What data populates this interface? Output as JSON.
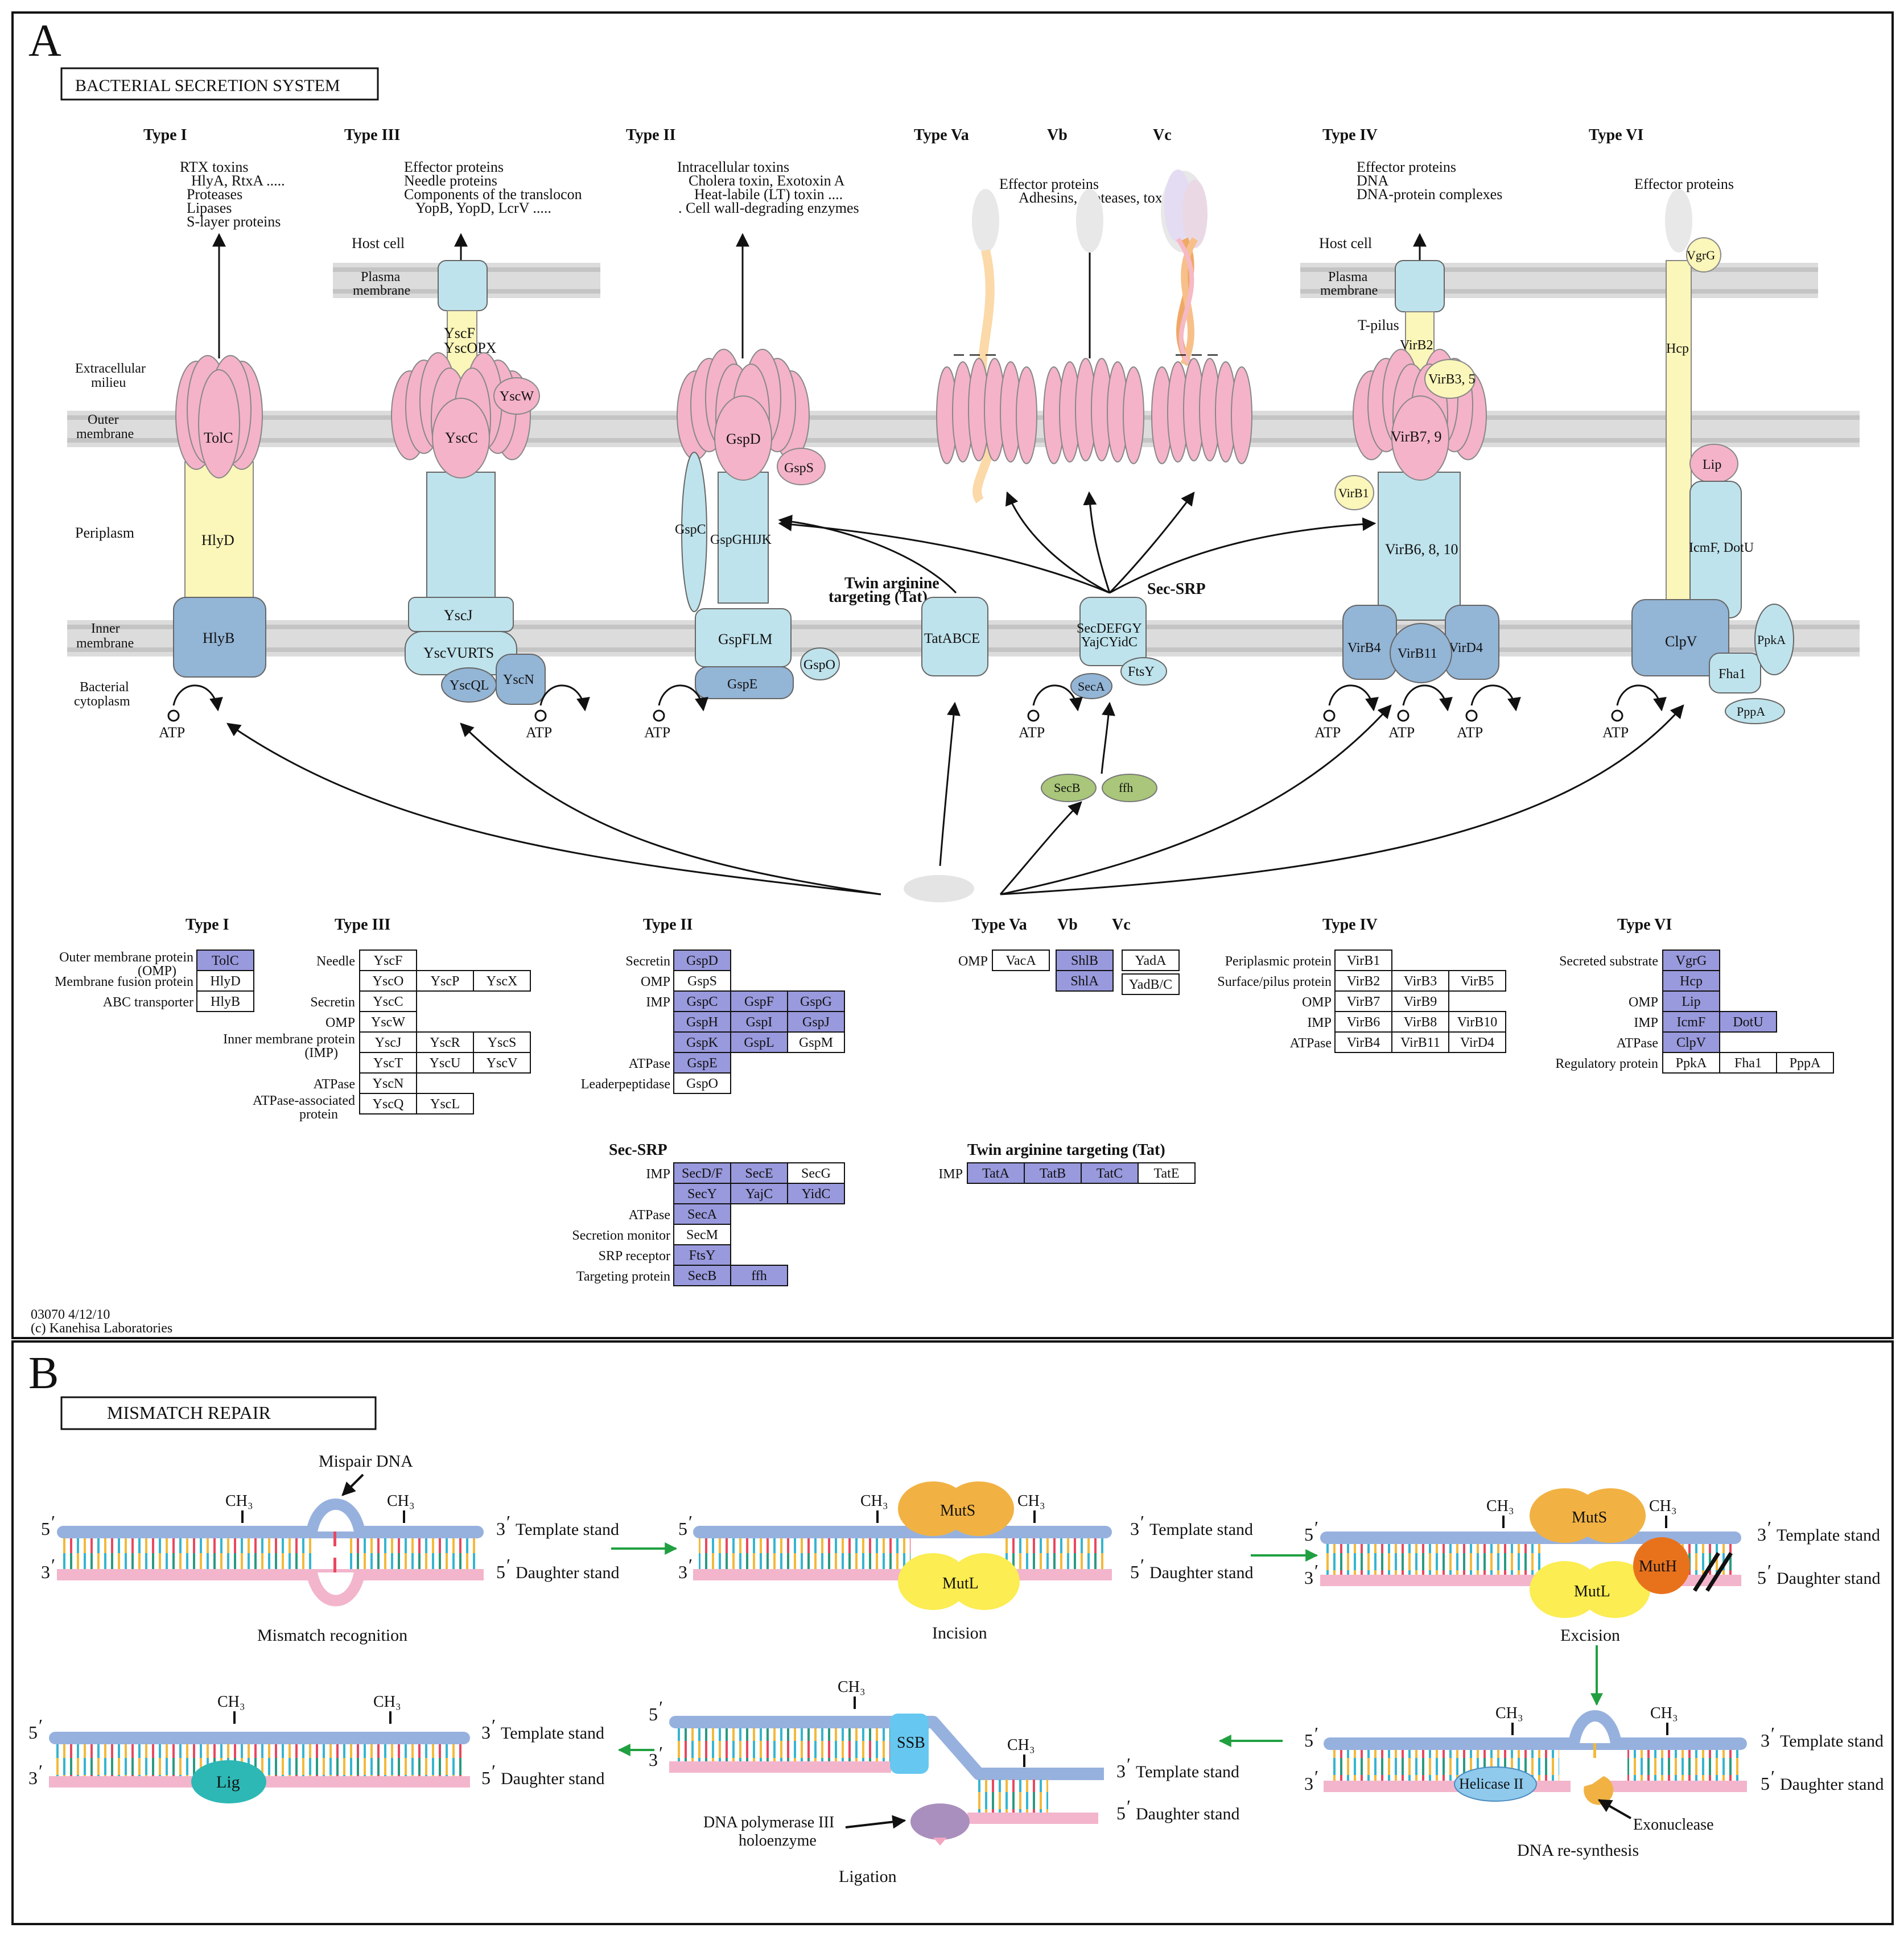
{
  "panelA": {
    "letter": "A",
    "title": "BACTERIAL SECRETION SYSTEM",
    "footer_id": "03070 4/12/10",
    "footer_copy": "(c) Kanehisa Laboratories",
    "layers": {
      "host_cell": "Host cell",
      "plasma": [
        "Plasma",
        "membrane"
      ],
      "extracellular": [
        "Extracellular",
        "milieu"
      ],
      "outer": [
        "Outer",
        "membrane"
      ],
      "periplasm": "Periplasm",
      "inner": [
        "Inner",
        "membrane"
      ],
      "cytoplasm": [
        "Bacterial",
        "cytoplasm"
      ]
    },
    "atp": "ATP",
    "types": {
      "t1": "Type I",
      "t3": "Type III",
      "t2": "Type II",
      "t5a": "Type Va",
      "t5b": "Vb",
      "t5c": "Vc",
      "t4": "Type IV",
      "t6": "Type VI",
      "tat": [
        "Twin arginine",
        "targeting (Tat)"
      ],
      "secsrp": "Sec-SRP"
    },
    "substrates": {
      "t1": [
        "RTX toxins",
        "HlyA, RtxA  .....",
        "Proteases",
        "Lipases",
        "S-layer proteins"
      ],
      "t3": [
        "Effector proteins",
        "Needle proteins",
        "Components of the translocon",
        "YopB, YopD, LcrV  ....."
      ],
      "t2": [
        "Intracellular toxins",
        "Cholera toxin, Exotoxin A",
        "Heat-labile (LT) toxin  ....",
        ". Cell wall-degrading enzymes"
      ],
      "t5": [
        "Effector proteins",
        "Adhesins, proteases, toxins ....."
      ],
      "t4": [
        "Effector proteins",
        "DNA",
        "DNA-protein complexes"
      ],
      "t6": [
        "Effector proteins"
      ]
    },
    "proteins": {
      "tolc": "TolC",
      "hlyd": "HlyD",
      "hlyb": "HlyB",
      "yscf": [
        "YscF",
        "YscOPX"
      ],
      "yscw": "YscW",
      "yscc": "YscC",
      "yscj": "YscJ",
      "yscvurts": "YscVURTS",
      "yscql": "YscQL",
      "yscn": "YscN",
      "gspd": "GspD",
      "gsps": "GspS",
      "gspc": "GspC",
      "gspghijk": "GspGHIJK",
      "gspflm": "GspFLM",
      "gspo": "GspO",
      "gspe": "GspE",
      "tatabce": "TatABCE",
      "secdefgy": [
        "SecDEFGY",
        "YajCYidC"
      ],
      "ftsy": "FtsY",
      "seca": "SecA",
      "secb": "SecB",
      "ffh": "ffh",
      "virb2": "VirB2",
      "virb35": "VirB3, 5",
      "virb79": "VirB7, 9",
      "virb1": "VirB1",
      "virb6810": "VirB6, 8, 10",
      "virb4": "VirB4",
      "virb11": "VirB11",
      "virD4": "VirD4",
      "tpilus": "T-pilus",
      "vgrg": "VgrG",
      "hcp": "Hcp",
      "lip": "Lip",
      "icmf": "IcmF, DotU",
      "clpv": "ClpV",
      "fha1": "Fha1",
      "ppka": "PpkA",
      "pppa": "PppA"
    },
    "tables": {
      "t1": {
        "title": "Type I",
        "rows": [
          {
            "label": [
              "Outer membrane  protein",
              "(OMP)"
            ],
            "cells": [
              [
                "TolC",
                true
              ]
            ]
          },
          {
            "label": [
              "Membrane fusion protein"
            ],
            "cells": [
              [
                "HlyD",
                false
              ]
            ]
          },
          {
            "label": [
              "ABC transporter"
            ],
            "cells": [
              [
                "HlyB",
                false
              ]
            ]
          }
        ]
      },
      "t3": {
        "title": "Type III",
        "rows": [
          {
            "label": [
              "Needle"
            ],
            "cells": [
              [
                "YscF",
                false
              ]
            ]
          },
          {
            "label": [],
            "cells": [
              [
                "YscO",
                false
              ],
              [
                "YscP",
                false
              ],
              [
                "YscX",
                false
              ]
            ]
          },
          {
            "label": [
              "Secretin"
            ],
            "cells": [
              [
                "YscC",
                false
              ]
            ]
          },
          {
            "label": [
              "OMP"
            ],
            "cells": [
              [
                "YscW",
                false
              ]
            ]
          },
          {
            "label": [
              "Inner membrane protein",
              "(IMP)"
            ],
            "cells": [
              [
                "YscJ",
                false
              ],
              [
                "YscR",
                false
              ],
              [
                "YscS",
                false
              ]
            ]
          },
          {
            "label": [],
            "cells": [
              [
                "YscT",
                false
              ],
              [
                "YscU",
                false
              ],
              [
                "YscV",
                false
              ]
            ]
          },
          {
            "label": [
              "ATPase"
            ],
            "cells": [
              [
                "YscN",
                false
              ]
            ]
          },
          {
            "label": [
              "ATPase-associated",
              "protein"
            ],
            "cells": [
              [
                "YscQ",
                false
              ],
              [
                "YscL",
                false
              ]
            ]
          }
        ]
      },
      "t2": {
        "title": "Type II",
        "rows": [
          {
            "label": [
              "Secretin"
            ],
            "cells": [
              [
                "GspD",
                true
              ]
            ]
          },
          {
            "label": [
              "OMP"
            ],
            "cells": [
              [
                "GspS",
                false
              ]
            ]
          },
          {
            "label": [
              "IMP"
            ],
            "cells": [
              [
                "GspC",
                true
              ],
              [
                "GspF",
                true
              ],
              [
                "GspG",
                true
              ]
            ]
          },
          {
            "label": [],
            "cells": [
              [
                "GspH",
                true
              ],
              [
                "GspI",
                true
              ],
              [
                "GspJ",
                true
              ]
            ]
          },
          {
            "label": [],
            "cells": [
              [
                "GspK",
                true
              ],
              [
                "GspL",
                true
              ],
              [
                "GspM",
                false
              ]
            ]
          },
          {
            "label": [
              "ATPase"
            ],
            "cells": [
              [
                "GspE",
                true
              ]
            ]
          },
          {
            "label": [
              "Leaderpeptidase"
            ],
            "cells": [
              [
                "GspO",
                false
              ]
            ]
          }
        ]
      },
      "t5": {
        "titles": [
          "Type Va",
          "Vb",
          "Vc"
        ],
        "label": "OMP",
        "va": "VacA",
        "vb1": "ShlB",
        "vb2": "ShlA",
        "vc1": "YadA",
        "vc2": "YadB/C"
      },
      "t4": {
        "title": "Type IV",
        "rows": [
          {
            "label": [
              "Periplasmic protein"
            ],
            "cells": [
              [
                "VirB1",
                false
              ]
            ]
          },
          {
            "label": [
              "Surface/pilus protein"
            ],
            "cells": [
              [
                "VirB2",
                false
              ],
              [
                "VirB3",
                false
              ],
              [
                "VirB5",
                false
              ]
            ]
          },
          {
            "label": [
              "OMP"
            ],
            "cells": [
              [
                "VirB7",
                false
              ],
              [
                "VirB9",
                false
              ]
            ]
          },
          {
            "label": [
              "IMP"
            ],
            "cells": [
              [
                "VirB6",
                false
              ],
              [
                "VirB8",
                false
              ],
              [
                "VirB10",
                false
              ]
            ]
          },
          {
            "label": [
              "ATPase"
            ],
            "cells": [
              [
                "VirB4",
                false
              ],
              [
                "VirB11",
                false
              ],
              [
                "VirD4",
                false
              ]
            ]
          }
        ]
      },
      "t6": {
        "title": "Type VI",
        "rows": [
          {
            "label": [
              "Secreted substrate"
            ],
            "cells": [
              [
                "VgrG",
                true
              ]
            ]
          },
          {
            "label": [],
            "cells": [
              [
                "Hcp",
                true
              ]
            ]
          },
          {
            "label": [
              "OMP"
            ],
            "cells": [
              [
                "Lip",
                true
              ]
            ]
          },
          {
            "label": [
              "IMP"
            ],
            "cells": [
              [
                "IcmF",
                true
              ],
              [
                "DotU",
                true
              ]
            ]
          },
          {
            "label": [
              "ATPase"
            ],
            "cells": [
              [
                "ClpV",
                true
              ]
            ]
          },
          {
            "label": [
              "Regulatory protein"
            ],
            "cells": [
              [
                "PpkA",
                false
              ],
              [
                "Fha1",
                false
              ],
              [
                "PppA",
                false
              ]
            ]
          }
        ]
      },
      "secsrp": {
        "title": "Sec-SRP",
        "rows": [
          {
            "label": [
              "IMP"
            ],
            "cells": [
              [
                "SecD/F",
                true
              ],
              [
                "SecE",
                true
              ],
              [
                "SecG",
                false
              ]
            ]
          },
          {
            "label": [],
            "cells": [
              [
                "SecY",
                true
              ],
              [
                "YajC",
                true
              ],
              [
                "YidC",
                true
              ]
            ]
          },
          {
            "label": [
              "ATPase"
            ],
            "cells": [
              [
                "SecA",
                true
              ]
            ]
          },
          {
            "label": [
              "Secretion monitor"
            ],
            "cells": [
              [
                "SecM",
                false
              ]
            ]
          },
          {
            "label": [
              "SRP receptor"
            ],
            "cells": [
              [
                "FtsY",
                true
              ]
            ]
          },
          {
            "label": [
              "Targeting protein"
            ],
            "cells": [
              [
                "SecB",
                true
              ],
              [
                "ffh",
                true
              ]
            ]
          }
        ]
      },
      "tat": {
        "title": "Twin arginine targeting (Tat)",
        "rows": [
          {
            "label": [
              "IMP"
            ],
            "cells": [
              [
                "TatA",
                true
              ],
              [
                "TatB",
                true
              ],
              [
                "TatC",
                true
              ],
              [
                "TatE",
                false
              ]
            ]
          }
        ]
      }
    }
  },
  "panelB": {
    "letter": "B",
    "title": "MISMATCH REPAIR",
    "five": "5",
    "three": "3",
    "prime": "′",
    "template": "Template stand",
    "daughter": "Daughter stand",
    "ch3": "CH₃",
    "steps": {
      "recognition": "Mismatch recognition",
      "incision": "Incision",
      "excision": "Excision",
      "resynthesis": "DNA re-synthesis",
      "ligation": "Ligation"
    },
    "mispair": "Mispair DNA",
    "muts": "MutS",
    "mutl": "MutL",
    "muth": "MutH",
    "helicase": "Helicase II",
    "exonuclease": "Exonuclease",
    "ssb": "SSB",
    "lig": "Lig",
    "polymerase": [
      "DNA polymerase III",
      "holoenzyme"
    ]
  },
  "colors": {
    "pink": "#f4b3c8",
    "blue": "#bfe3ec",
    "steel": "#93b5d6",
    "yellow": "#fbf6b9",
    "green": "#a9c67a",
    "purple": "#9999dd",
    "membrane": "#d6d6d6",
    "strand_blue": "#97b1de",
    "strand_pink": "#f3b5cc",
    "muts": "#f1b243",
    "mutl": "#fbed52",
    "muth": "#e8721c",
    "helicase": "#8fc9ec",
    "ssb": "#66c8f0",
    "lig": "#2eb8b5",
    "pol": "#a98fbd",
    "arrow_green": "#20a040"
  }
}
